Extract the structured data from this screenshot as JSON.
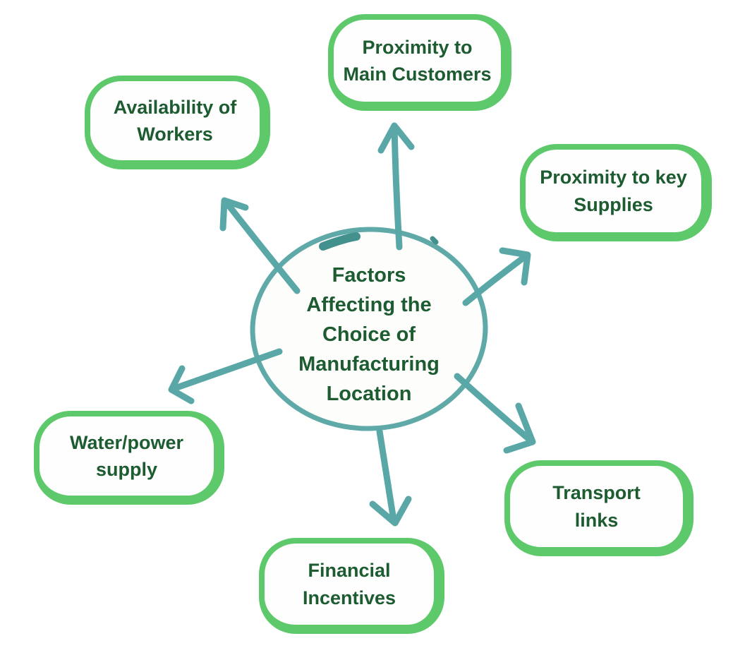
{
  "diagram": {
    "type": "mind-map",
    "center": {
      "label": "Factors\nAffecting the\nChoice of\nManufacturing\nLocation"
    },
    "nodes": [
      {
        "id": "proximity-to-main-customers",
        "label": "Proximity to\nMain Customers",
        "position": "top"
      },
      {
        "id": "availability-of-workers",
        "label": "Availability of\nWorkers",
        "position": "upper-left"
      },
      {
        "id": "proximity-to-key-supplies",
        "label": "Proximity to key\nSupplies",
        "position": "upper-right"
      },
      {
        "id": "water-power-supply",
        "label": "Water/power\nsupply",
        "position": "lower-left"
      },
      {
        "id": "transport-links",
        "label": "Transport\nlinks",
        "position": "lower-right"
      },
      {
        "id": "financial-incentives",
        "label": "Financial\nIncentives",
        "position": "bottom"
      }
    ],
    "colors": {
      "node_border": "#5DC96A",
      "text": "#1D5B31",
      "connector": "#5AA7A7",
      "connector_accent": "#43918F",
      "background": "#FFFFFF"
    }
  }
}
